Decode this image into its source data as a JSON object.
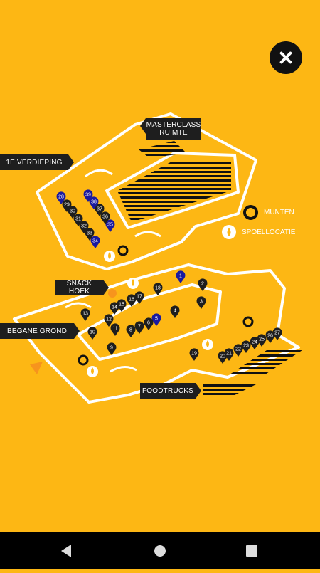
{
  "close_label": "×",
  "labels": {
    "masterclass": "MASTERCLASS RUIMTE",
    "first_floor": "1E VERDIEPING",
    "snack_corner": "SNACK HOEK",
    "ground_floor": "BEGANE GROND",
    "foodtrucks": "FOODTRUCKS"
  },
  "legend": {
    "coins": "MUNTEN",
    "game_location": "SPOELLOCATIE"
  },
  "pins": {
    "p1": "1",
    "p2": "2",
    "p3": "3",
    "p4": "4",
    "p5": "5",
    "p6": "6",
    "p7": "7",
    "p8": "8",
    "p9": "9",
    "p10": "10",
    "p11": "11",
    "p12": "12",
    "p13": "13",
    "p14": "14",
    "p15": "15",
    "p16": "16",
    "p17": "17",
    "p18": "18",
    "p19": "19",
    "p20": "20",
    "p21": "21",
    "p22": "22",
    "p23": "23",
    "p24": "24",
    "p25": "25",
    "p26": "26",
    "p27": "27",
    "p28": "28",
    "p29": "29",
    "p30": "30",
    "p31": "31",
    "p32": "32",
    "p33": "33",
    "p34": "34",
    "p35": "35",
    "p36": "36",
    "p37": "37",
    "p38": "38",
    "p39": "39"
  },
  "colors": {
    "background": "#FDB714",
    "pin_dark": "#1e1e1e",
    "pin_highlight": "#1a1a9e",
    "snack_marker": "#F7941D"
  }
}
